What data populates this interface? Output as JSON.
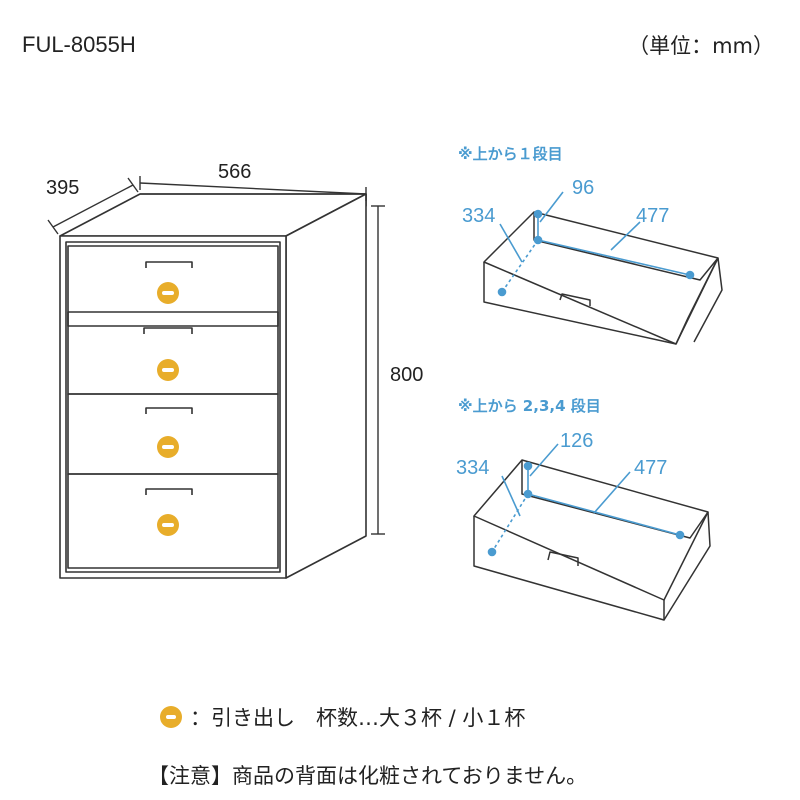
{
  "header": {
    "model": "FUL-8055H",
    "unit": "（単位：mm）"
  },
  "cabinet": {
    "depth": "395",
    "width": "566",
    "height": "800"
  },
  "drawer_top": {
    "caption": "※上から１段目",
    "depth": "334",
    "height": "96",
    "width": "477"
  },
  "drawer_lower": {
    "caption": "※上から 2,3,4 段目",
    "depth": "334",
    "height": "126",
    "width": "477"
  },
  "legend": {
    "icon": "drawer-knob-icon",
    "text": "：引き出し　杯数…大３杯 / 小１杯"
  },
  "notice": "【注意】商品の背面は化粧されておりません。",
  "colors": {
    "blue": "#4a9bd0",
    "knob": "#e8ad2a",
    "outline": "#333333"
  }
}
